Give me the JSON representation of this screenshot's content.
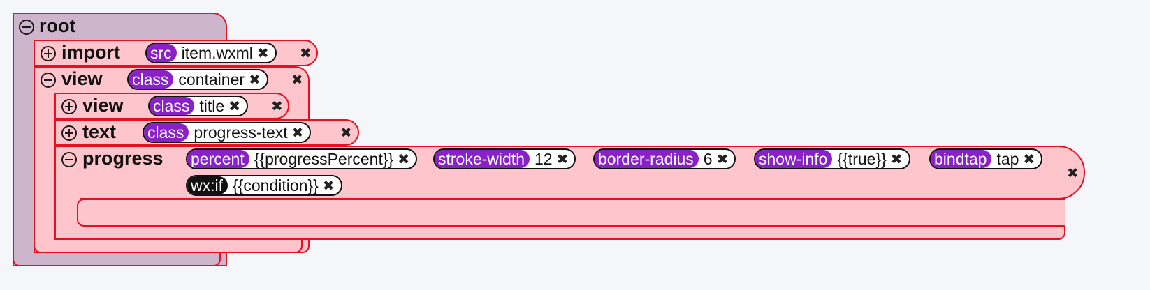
{
  "root": {
    "label": "root"
  },
  "nodes": {
    "import": {
      "label": "import",
      "attrs": [
        {
          "key": "src",
          "value": "item.wxml"
        }
      ]
    },
    "view1": {
      "label": "view",
      "attrs": [
        {
          "key": "class",
          "value": "container"
        }
      ]
    },
    "view2": {
      "label": "view",
      "attrs": [
        {
          "key": "class",
          "value": "title"
        }
      ]
    },
    "text": {
      "label": "text",
      "attrs": [
        {
          "key": "class",
          "value": "progress-text"
        }
      ]
    },
    "progress": {
      "label": "progress",
      "attrs": [
        {
          "key": "percent",
          "value": "{{progressPercent}}"
        },
        {
          "key": "stroke-width",
          "value": "12"
        },
        {
          "key": "border-radius",
          "value": "6"
        },
        {
          "key": "show-info",
          "value": "{{true}}"
        },
        {
          "key": "bindtap",
          "value": "tap"
        },
        {
          "key": "wx:if",
          "value": "{{condition}}"
        }
      ]
    }
  },
  "icons": {
    "expanded": "minus-circle-icon",
    "collapsed": "plus-circle-icon",
    "remove": "close-icon"
  },
  "remove_glyph": "✖",
  "colors": {
    "attr_key": "#8a20c8",
    "directive_key": "#111111",
    "node_bg": "#ffc5cd",
    "root_bg": "#cdb6cc",
    "border": "#e8101e"
  }
}
